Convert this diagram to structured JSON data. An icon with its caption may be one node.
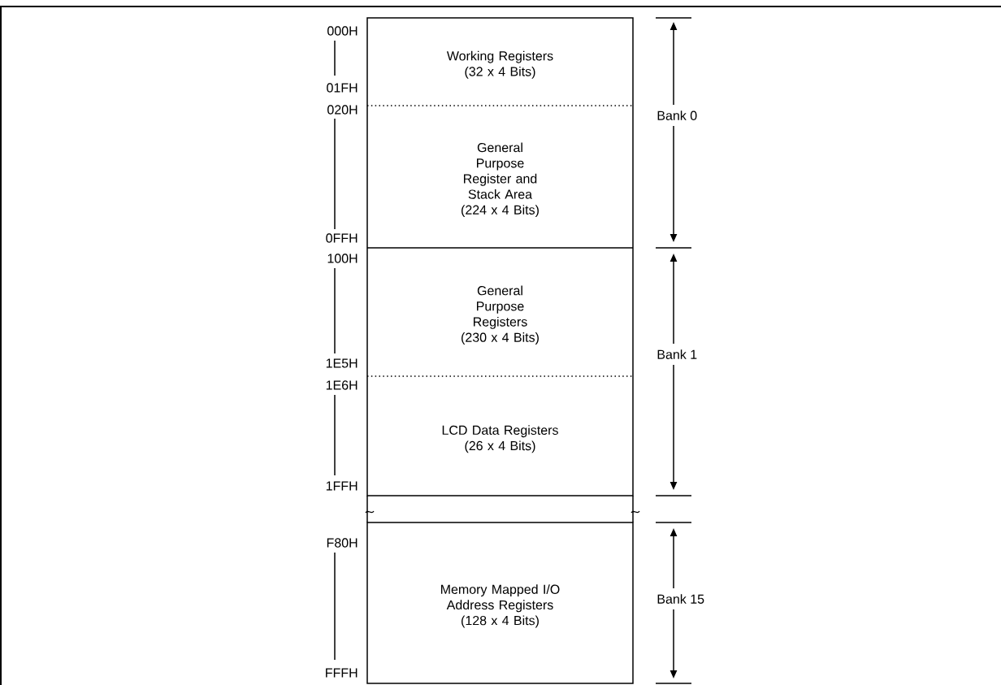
{
  "diagram": {
    "nodes": [
      {
        "text": [
          "Working Registers (32 x 4 Bits)"
        ]
      },
      {
        "text": [
          "General Purpose Register and Stack Area (224 x 4 Bits)"
        ]
      },
      {
        "text": [
          "General Purpose Registers (230 x 4 Bits)"
        ]
      },
      {
        "text": [
          "LCD Data Registers (26 x 4 Bits)"
        ]
      },
      {
        "text": [
          "Memory Mapped I/O Address Registers (128 x 4 Bits)"
        ]
      }
    ],
    "edges": [],
    "labels": [
      "000H",
      "01FH",
      "020H",
      "Bank 0",
      "0FFH",
      "100H",
      "Bank 1",
      "1E5H",
      "1E6H",
      "1FFH",
      "F80H",
      "Bank 15",
      "FFFH"
    ]
  }
}
